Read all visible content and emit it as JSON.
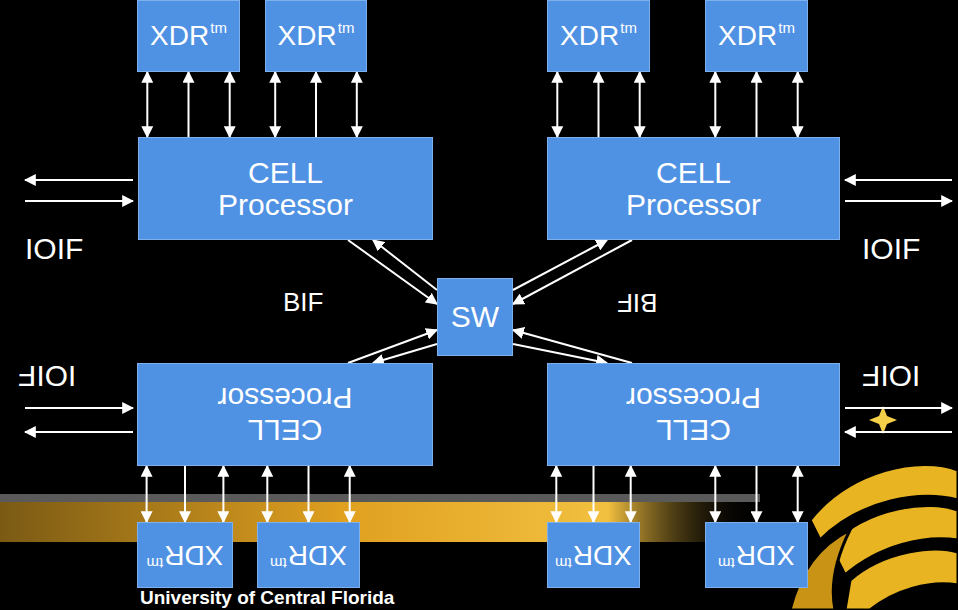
{
  "diagram": {
    "nodes": [
      {
        "text": [
          "XDR",
          "tm"
        ]
      },
      {
        "text": [
          "XDR",
          "tm"
        ]
      },
      {
        "text": [
          "XDR",
          "tm"
        ]
      },
      {
        "text": [
          "XDR",
          "tm"
        ]
      },
      {
        "text": [
          "CELL Processor"
        ]
      },
      {
        "text": [
          "CELL Processor"
        ]
      },
      {
        "text": [
          "SW"
        ]
      },
      {
        "text": [
          "CELL Processor"
        ]
      },
      {
        "text": [
          "CELL Processor"
        ]
      },
      {
        "text": [
          "XDR",
          "tm"
        ]
      },
      {
        "text": [
          "XDR",
          "tm"
        ]
      },
      {
        "text": [
          "XDR",
          "tm"
        ]
      },
      {
        "text": [
          "XDR",
          "tm"
        ]
      }
    ],
    "edges": [
      {
        "from": 0,
        "to": 4,
        "arrow": "both"
      },
      {
        "from": 4,
        "to": 0,
        "arrow": "to"
      },
      {
        "from": 0,
        "to": 4,
        "arrow": "both"
      },
      {
        "from": 1,
        "to": 4,
        "arrow": "both"
      },
      {
        "from": 4,
        "to": 1,
        "arrow": "to"
      },
      {
        "from": 1,
        "to": 4,
        "arrow": "both"
      },
      {
        "from": 2,
        "to": 5,
        "arrow": "both"
      },
      {
        "from": 5,
        "to": 2,
        "arrow": "to"
      },
      {
        "from": 2,
        "to": 5,
        "arrow": "both"
      },
      {
        "from": 3,
        "to": 5,
        "arrow": "both"
      },
      {
        "from": 5,
        "to": 3,
        "arrow": "to"
      },
      {
        "from": 3,
        "to": 5,
        "arrow": "both"
      },
      {
        "from": 4,
        "to": 6,
        "arrow": "to"
      },
      {
        "from": 6,
        "to": 4,
        "arrow": "to"
      },
      {
        "from": 5,
        "to": 6,
        "arrow": "to"
      },
      {
        "from": 6,
        "to": 5,
        "arrow": "to"
      },
      {
        "from": 7,
        "to": 6,
        "arrow": "to"
      },
      {
        "from": 6,
        "to": 7,
        "arrow": "to"
      },
      {
        "from": 8,
        "to": 6,
        "arrow": "to"
      },
      {
        "from": 6,
        "to": 8,
        "arrow": "to"
      },
      {
        "from": 9,
        "to": 7,
        "arrow": "both"
      },
      {
        "from": 7,
        "to": 9,
        "arrow": "to"
      },
      {
        "from": 9,
        "to": 7,
        "arrow": "both"
      },
      {
        "from": 10,
        "to": 7,
        "arrow": "both"
      },
      {
        "from": 7,
        "to": 10,
        "arrow": "to"
      },
      {
        "from": 10,
        "to": 7,
        "arrow": "both"
      },
      {
        "from": 11,
        "to": 8,
        "arrow": "both"
      },
      {
        "from": 8,
        "to": 11,
        "arrow": "to"
      },
      {
        "from": 11,
        "to": 8,
        "arrow": "both"
      },
      {
        "from": 12,
        "to": 8,
        "arrow": "both"
      },
      {
        "from": 8,
        "to": 12,
        "arrow": "to"
      },
      {
        "from": 12,
        "to": 8,
        "arrow": "both"
      }
    ],
    "labels": [
      "IOIF",
      "IOIF",
      "BIF",
      "BIF",
      "IOIF",
      "IOIF",
      "University of Central Florida"
    ]
  }
}
